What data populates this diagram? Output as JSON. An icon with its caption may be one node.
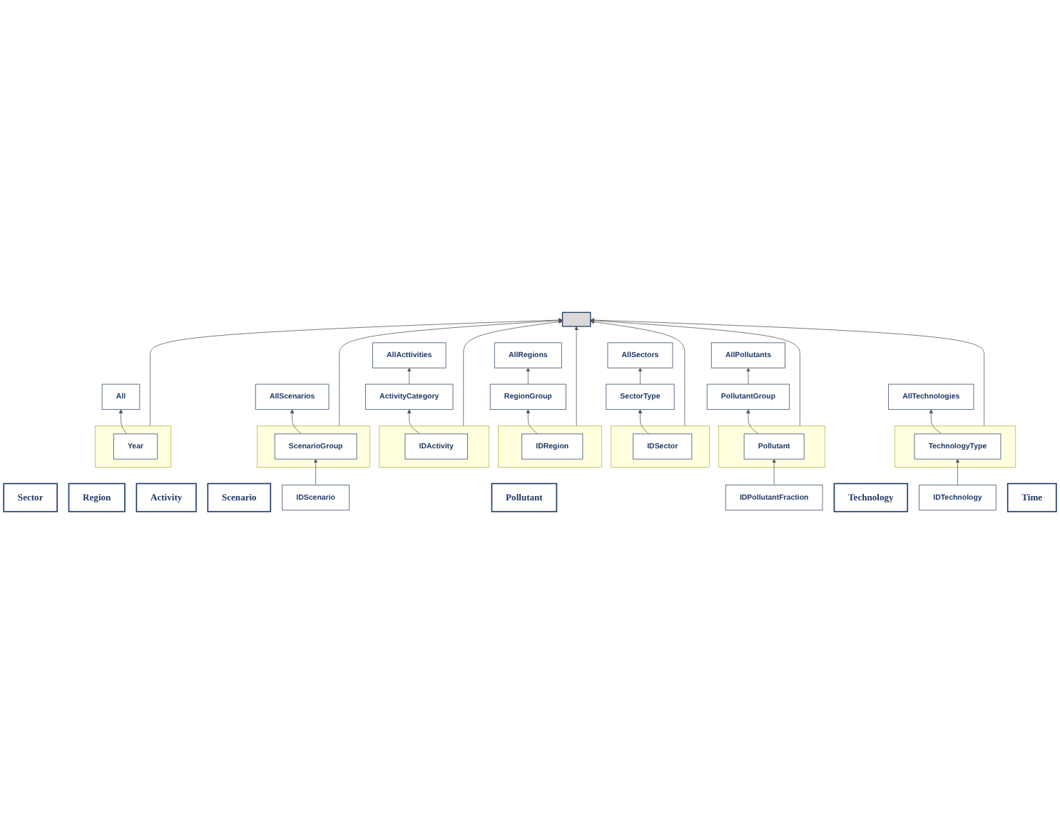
{
  "diagram": {
    "nodes": [
      {
        "text": [
          "Sector"
        ]
      },
      {
        "text": [
          "AllSectors"
        ]
      },
      {
        "text": [
          "SectorType"
        ]
      },
      {
        "text": [],
        "shape": "box"
      },
      {
        "text": [
          "IDSector"
        ],
        "in": 3
      },
      {
        "text": [
          "Region"
        ]
      },
      {
        "text": [
          "AllRegions"
        ]
      },
      {
        "text": [
          "RegionGroup"
        ]
      },
      {
        "text": [],
        "shape": "box"
      },
      {
        "text": [
          "IDRegion"
        ],
        "in": 8
      },
      {
        "text": [
          "Activity"
        ]
      },
      {
        "text": [
          "AllActtivities"
        ]
      },
      {
        "text": [
          "ActivityCategory"
        ]
      },
      {
        "text": [],
        "shape": "box"
      },
      {
        "text": [
          "IDActivity"
        ],
        "in": 13
      },
      {
        "text": [
          "Scenario"
        ]
      },
      {
        "text": [
          "AllScenarios"
        ]
      },
      {
        "text": [],
        "shape": "box"
      },
      {
        "text": [
          "ScenarioGroup"
        ],
        "in": 17
      },
      {
        "text": [
          "IDScenario"
        ]
      },
      {
        "text": [],
        "shape": "cube"
      },
      {
        "text": [
          "Pollutant"
        ]
      },
      {
        "text": [
          "AllPollutants"
        ]
      },
      {
        "text": [
          "PollutantGroup"
        ]
      },
      {
        "text": [],
        "shape": "box"
      },
      {
        "text": [
          "Pollutant"
        ],
        "in": 24
      },
      {
        "text": [
          "IDPollutantFraction"
        ]
      },
      {
        "text": [
          "Technology"
        ]
      },
      {
        "text": [
          "AllTechnologies"
        ]
      },
      {
        "text": [],
        "shape": "box"
      },
      {
        "text": [
          "TechnologyType"
        ],
        "in": 29
      },
      {
        "text": [
          "IDTechnology"
        ]
      },
      {
        "text": [
          "Time"
        ]
      },
      {
        "text": [
          "All"
        ]
      },
      {
        "text": [],
        "shape": "box"
      },
      {
        "text": [
          "Year"
        ],
        "in": 34
      }
    ],
    "edges": [
      {
        "from": 2,
        "to": 1,
        "arrow": "to"
      },
      {
        "from": 4,
        "to": 2,
        "arrow": "to"
      },
      {
        "from": 3,
        "to": 20,
        "arrow": "to"
      },
      {
        "from": 7,
        "to": 6,
        "arrow": "to"
      },
      {
        "from": 9,
        "to": 7,
        "arrow": "to"
      },
      {
        "from": 8,
        "to": 20,
        "arrow": "to"
      },
      {
        "from": 12,
        "to": 11,
        "arrow": "to"
      },
      {
        "from": 14,
        "to": 12,
        "arrow": "to"
      },
      {
        "from": 13,
        "to": 20,
        "arrow": "to"
      },
      {
        "from": 18,
        "to": 16,
        "arrow": "to"
      },
      {
        "from": 19,
        "to": 18,
        "arrow": "to"
      },
      {
        "from": 17,
        "to": 20,
        "arrow": "to"
      },
      {
        "from": 23,
        "to": 22,
        "arrow": "to"
      },
      {
        "from": 25,
        "to": 23,
        "arrow": "to"
      },
      {
        "from": 26,
        "to": 25,
        "arrow": "to"
      },
      {
        "from": 24,
        "to": 20,
        "arrow": "to"
      },
      {
        "from": 30,
        "to": 28,
        "arrow": "to"
      },
      {
        "from": 31,
        "to": 30,
        "arrow": "to"
      },
      {
        "from": 29,
        "to": 20,
        "arrow": "to"
      },
      {
        "from": 35,
        "to": 33,
        "arrow": "to"
      },
      {
        "from": 34,
        "to": 20,
        "arrow": "to"
      }
    ]
  }
}
